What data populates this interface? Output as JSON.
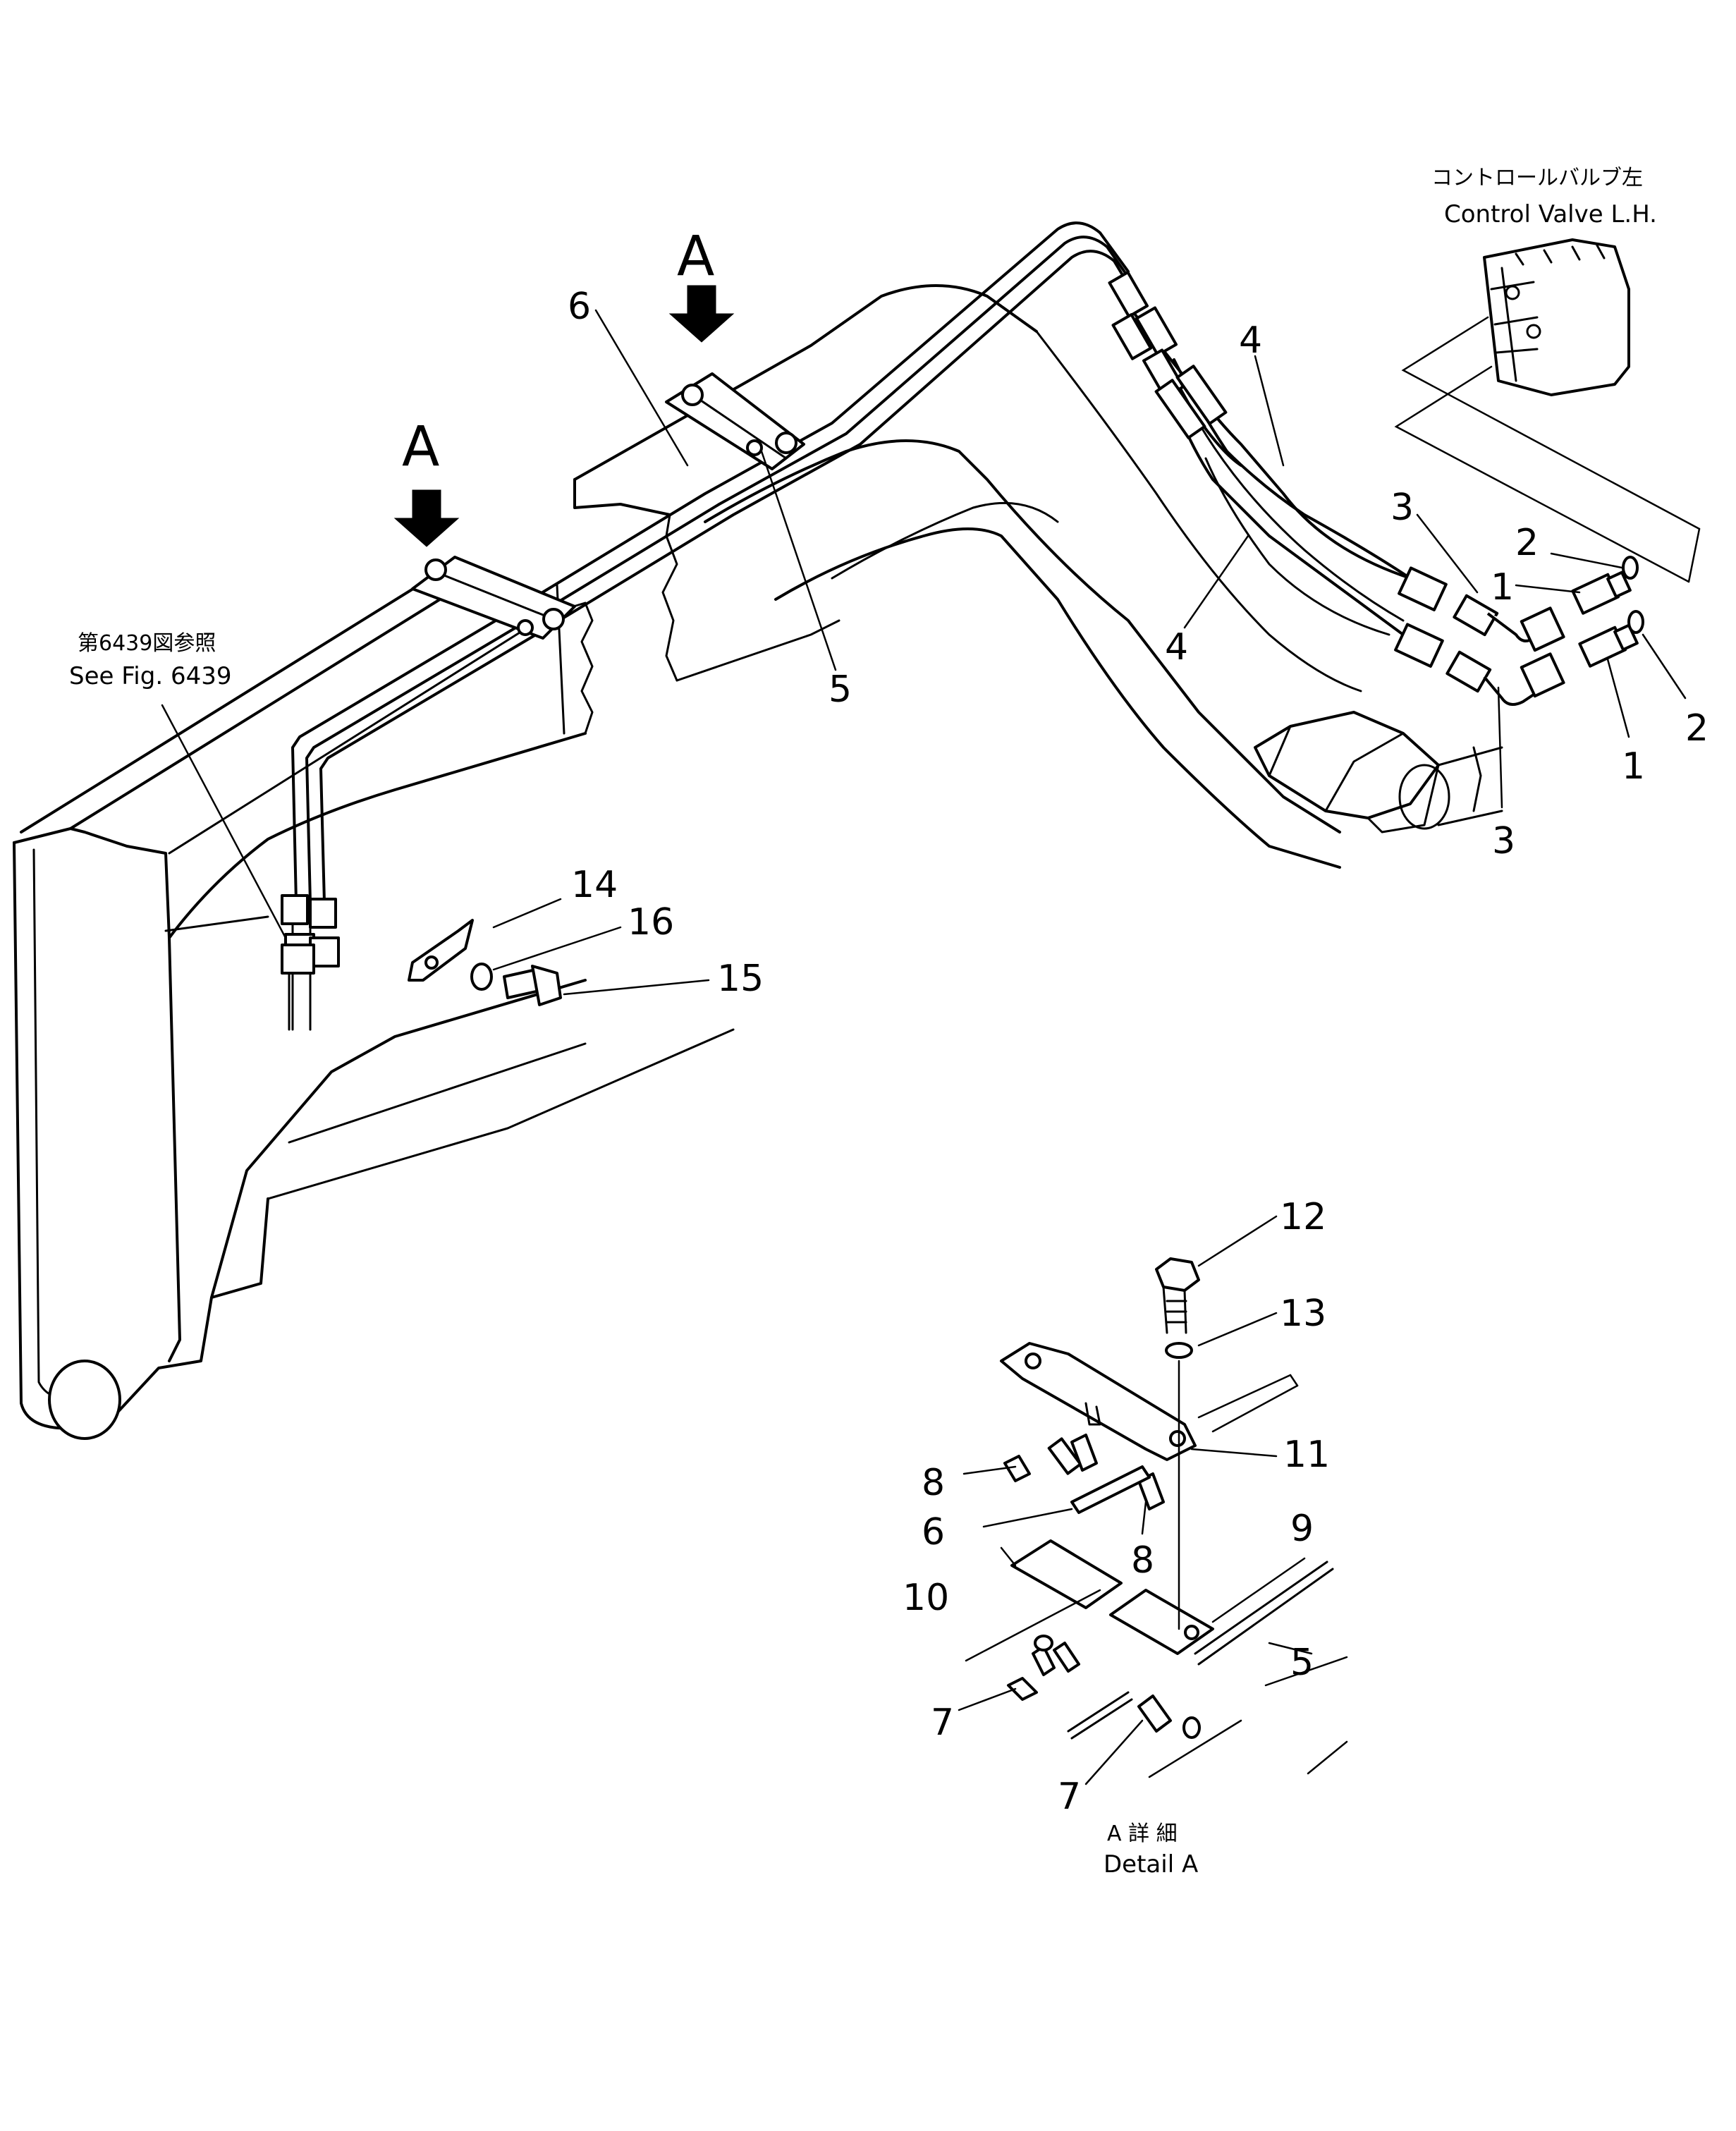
{
  "callouts": {
    "control_valve_jp": "コントロールバルブ左",
    "control_valve_en": "Control Valve L.H.",
    "see_fig_jp": "第6439図参照",
    "see_fig_en": "See Fig. 6439",
    "detail_jp": "A 詳 細",
    "detail_en": "Detail A",
    "view_marker": "A"
  },
  "part_numbers": {
    "p1": "1",
    "p2": "2",
    "p3": "3",
    "p4": "4",
    "p5": "5",
    "p6": "6",
    "p7": "7",
    "p8": "8",
    "p9": "9",
    "p10": "10",
    "p11": "11",
    "p12": "12",
    "p13": "13",
    "p14": "14",
    "p15": "15",
    "p16": "16"
  }
}
